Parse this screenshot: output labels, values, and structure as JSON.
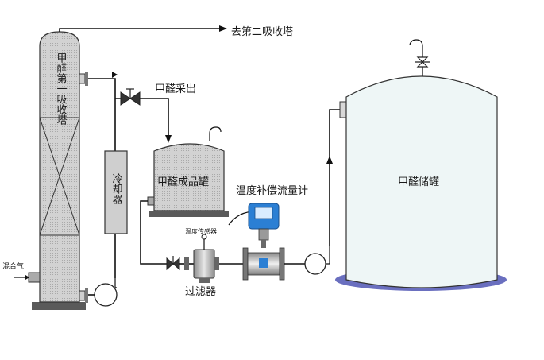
{
  "labels": {
    "tower1": "甲醛第一吸收塔",
    "to_tower2": "去第二吸收塔",
    "product_out": "甲醛采出",
    "product_tank": "甲醛成品罐",
    "cooler": "冷却器",
    "flowmeter": "温度补偿流量计",
    "temp_sensor": "温度传感器",
    "filter": "过滤器",
    "storage_tank": "甲醛储罐",
    "mixed_gas": "混合气"
  },
  "colors": {
    "vessel_fill": "#c8c8c8",
    "tank_fill": "#eef6f6",
    "tank_base": "#6a6fbf",
    "base_dark": "#5a5a5a",
    "flowmeter_head": "#2b7fd4",
    "pipe": "#111111"
  }
}
